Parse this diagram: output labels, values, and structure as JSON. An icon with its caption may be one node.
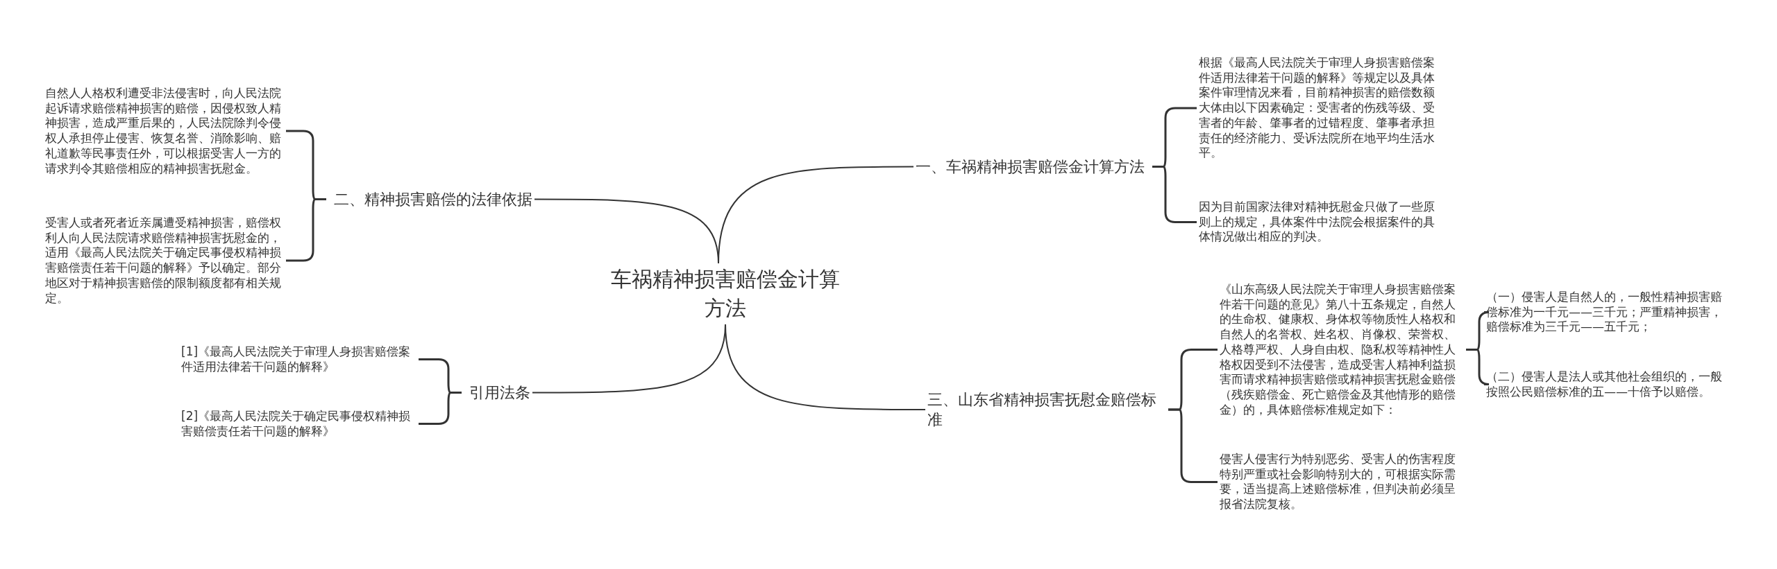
{
  "diagram": {
    "nodes": [
      {
        "text": [
          "车祸精神损害赔偿金计算方法"
        ]
      },
      {
        "text": [
          "一、车祸精神损害赔偿金计算方法"
        ]
      },
      {
        "text": [
          "根据《最高人民法院关于审理人身损害赔偿案件适用法律若干问题的解释》等规定以及具体案件审理情况来看，目前精神损害的赔偿数额大体由以下因素确定：受害者的伤残等级、受害者的年龄、肇事者的过错程度、肇事者承担责任的经济能力、受诉法院所在地平均生活水平。"
        ]
      },
      {
        "text": [
          "因为目前国家法律对精神抚慰金只做了一些原则上的规定，具体案件中法院会根据案件的具体情况做出相应的判决。"
        ]
      },
      {
        "text": [
          "二、精神损害赔偿的法律依据"
        ]
      },
      {
        "text": [
          "自然人人格权利遭受非法侵害时，向人民法院起诉请求赔偿精神损害的赔偿，因侵权致人精神损害，造成严重后果的，人民法院除判令侵权人承担停止侵害、恢复名誉、消除影响、赔礼道歉等民事责任外，可以根据受害人一方的请求判令其赔偿相应的精神损害抚慰金。"
        ]
      },
      {
        "text": [
          "受害人或者死者近亲属遭受精神损害，赔偿权利人向人民法院请求赔偿精神损害抚慰金的，适用《最高人民法院关于确定民事侵权精神损害赔偿责任若干问题的解释》予以确定。部分地区对于精神损害赔偿的限制额度都有相关规定。"
        ]
      },
      {
        "text": [
          "引用法条"
        ]
      },
      {
        "text": [
          "[1]《最高人民法院关于审理人身损害赔偿案件适用法律若干问题的解释》"
        ]
      },
      {
        "text": [
          "[2]《最高人民法院关于确定民事侵权精神损害赔偿责任若干问题的解释》"
        ]
      },
      {
        "text": [
          "三、山东省精神损害抚慰金赔偿标准"
        ]
      },
      {
        "text": [
          "《山东高级人民法院关于审理人身损害赔偿案件若干问题的意见》第八十五条规定，自然人的生命权、健康权、身体权等物质性人格权和自然人的名誉权、姓名权、肖像权、荣誉权、人格尊严权、人身自由权、隐私权等精神性人格权因受到不法侵害，造成受害人精神利益损害而请求精神损害赔偿或精神损害抚慰金赔偿（残疾赔偿金、死亡赔偿金及其他情形的赔偿金）的，具体赔偿标准规定如下："
        ]
      },
      {
        "text": [
          "侵害人侵害行为特别恶劣、受害人的伤害程度特别严重或社会影响特别大的，可根据实际需要，适当提高上述赔偿标准，但判决前必须呈报省法院复核。"
        ]
      },
      {
        "text": [
          "（一）侵害人是自然人的，一般性精神损害赔偿标准为一千元——三千元；严重精神损害，赔偿标准为三千元——五千元；"
        ]
      },
      {
        "text": [
          "（二）侵害人是法人或其他社会组织的，一般按照公民赔偿标准的五——十倍予以赔偿。"
        ]
      }
    ],
    "edges": [
      {
        "from": 0,
        "to": 1,
        "arrow": "none"
      },
      {
        "from": 1,
        "to": 2,
        "arrow": "none"
      },
      {
        "from": 1,
        "to": 3,
        "arrow": "none"
      },
      {
        "from": 0,
        "to": 4,
        "arrow": "none"
      },
      {
        "from": 4,
        "to": 5,
        "arrow": "none"
      },
      {
        "from": 4,
        "to": 6,
        "arrow": "none"
      },
      {
        "from": 0,
        "to": 7,
        "arrow": "none"
      },
      {
        "from": 7,
        "to": 8,
        "arrow": "none"
      },
      {
        "from": 7,
        "to": 9,
        "arrow": "none"
      },
      {
        "from": 0,
        "to": 10,
        "arrow": "none"
      },
      {
        "from": 10,
        "to": 11,
        "arrow": "none"
      },
      {
        "from": 10,
        "to": 12,
        "arrow": "none"
      },
      {
        "from": 11,
        "to": 13,
        "arrow": "none"
      },
      {
        "from": 11,
        "to": 14,
        "arrow": "none"
      }
    ]
  }
}
